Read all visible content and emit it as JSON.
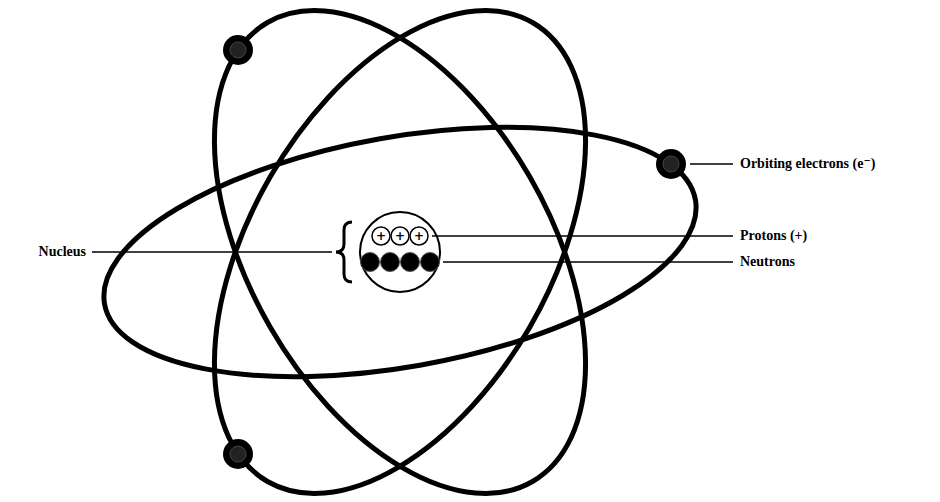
{
  "diagram": {
    "labels": [
      "Orbiting electrons (e⁻)",
      "+",
      "+",
      "+",
      "Protons (+)",
      "Nucleus",
      "Neutrons"
    ]
  }
}
